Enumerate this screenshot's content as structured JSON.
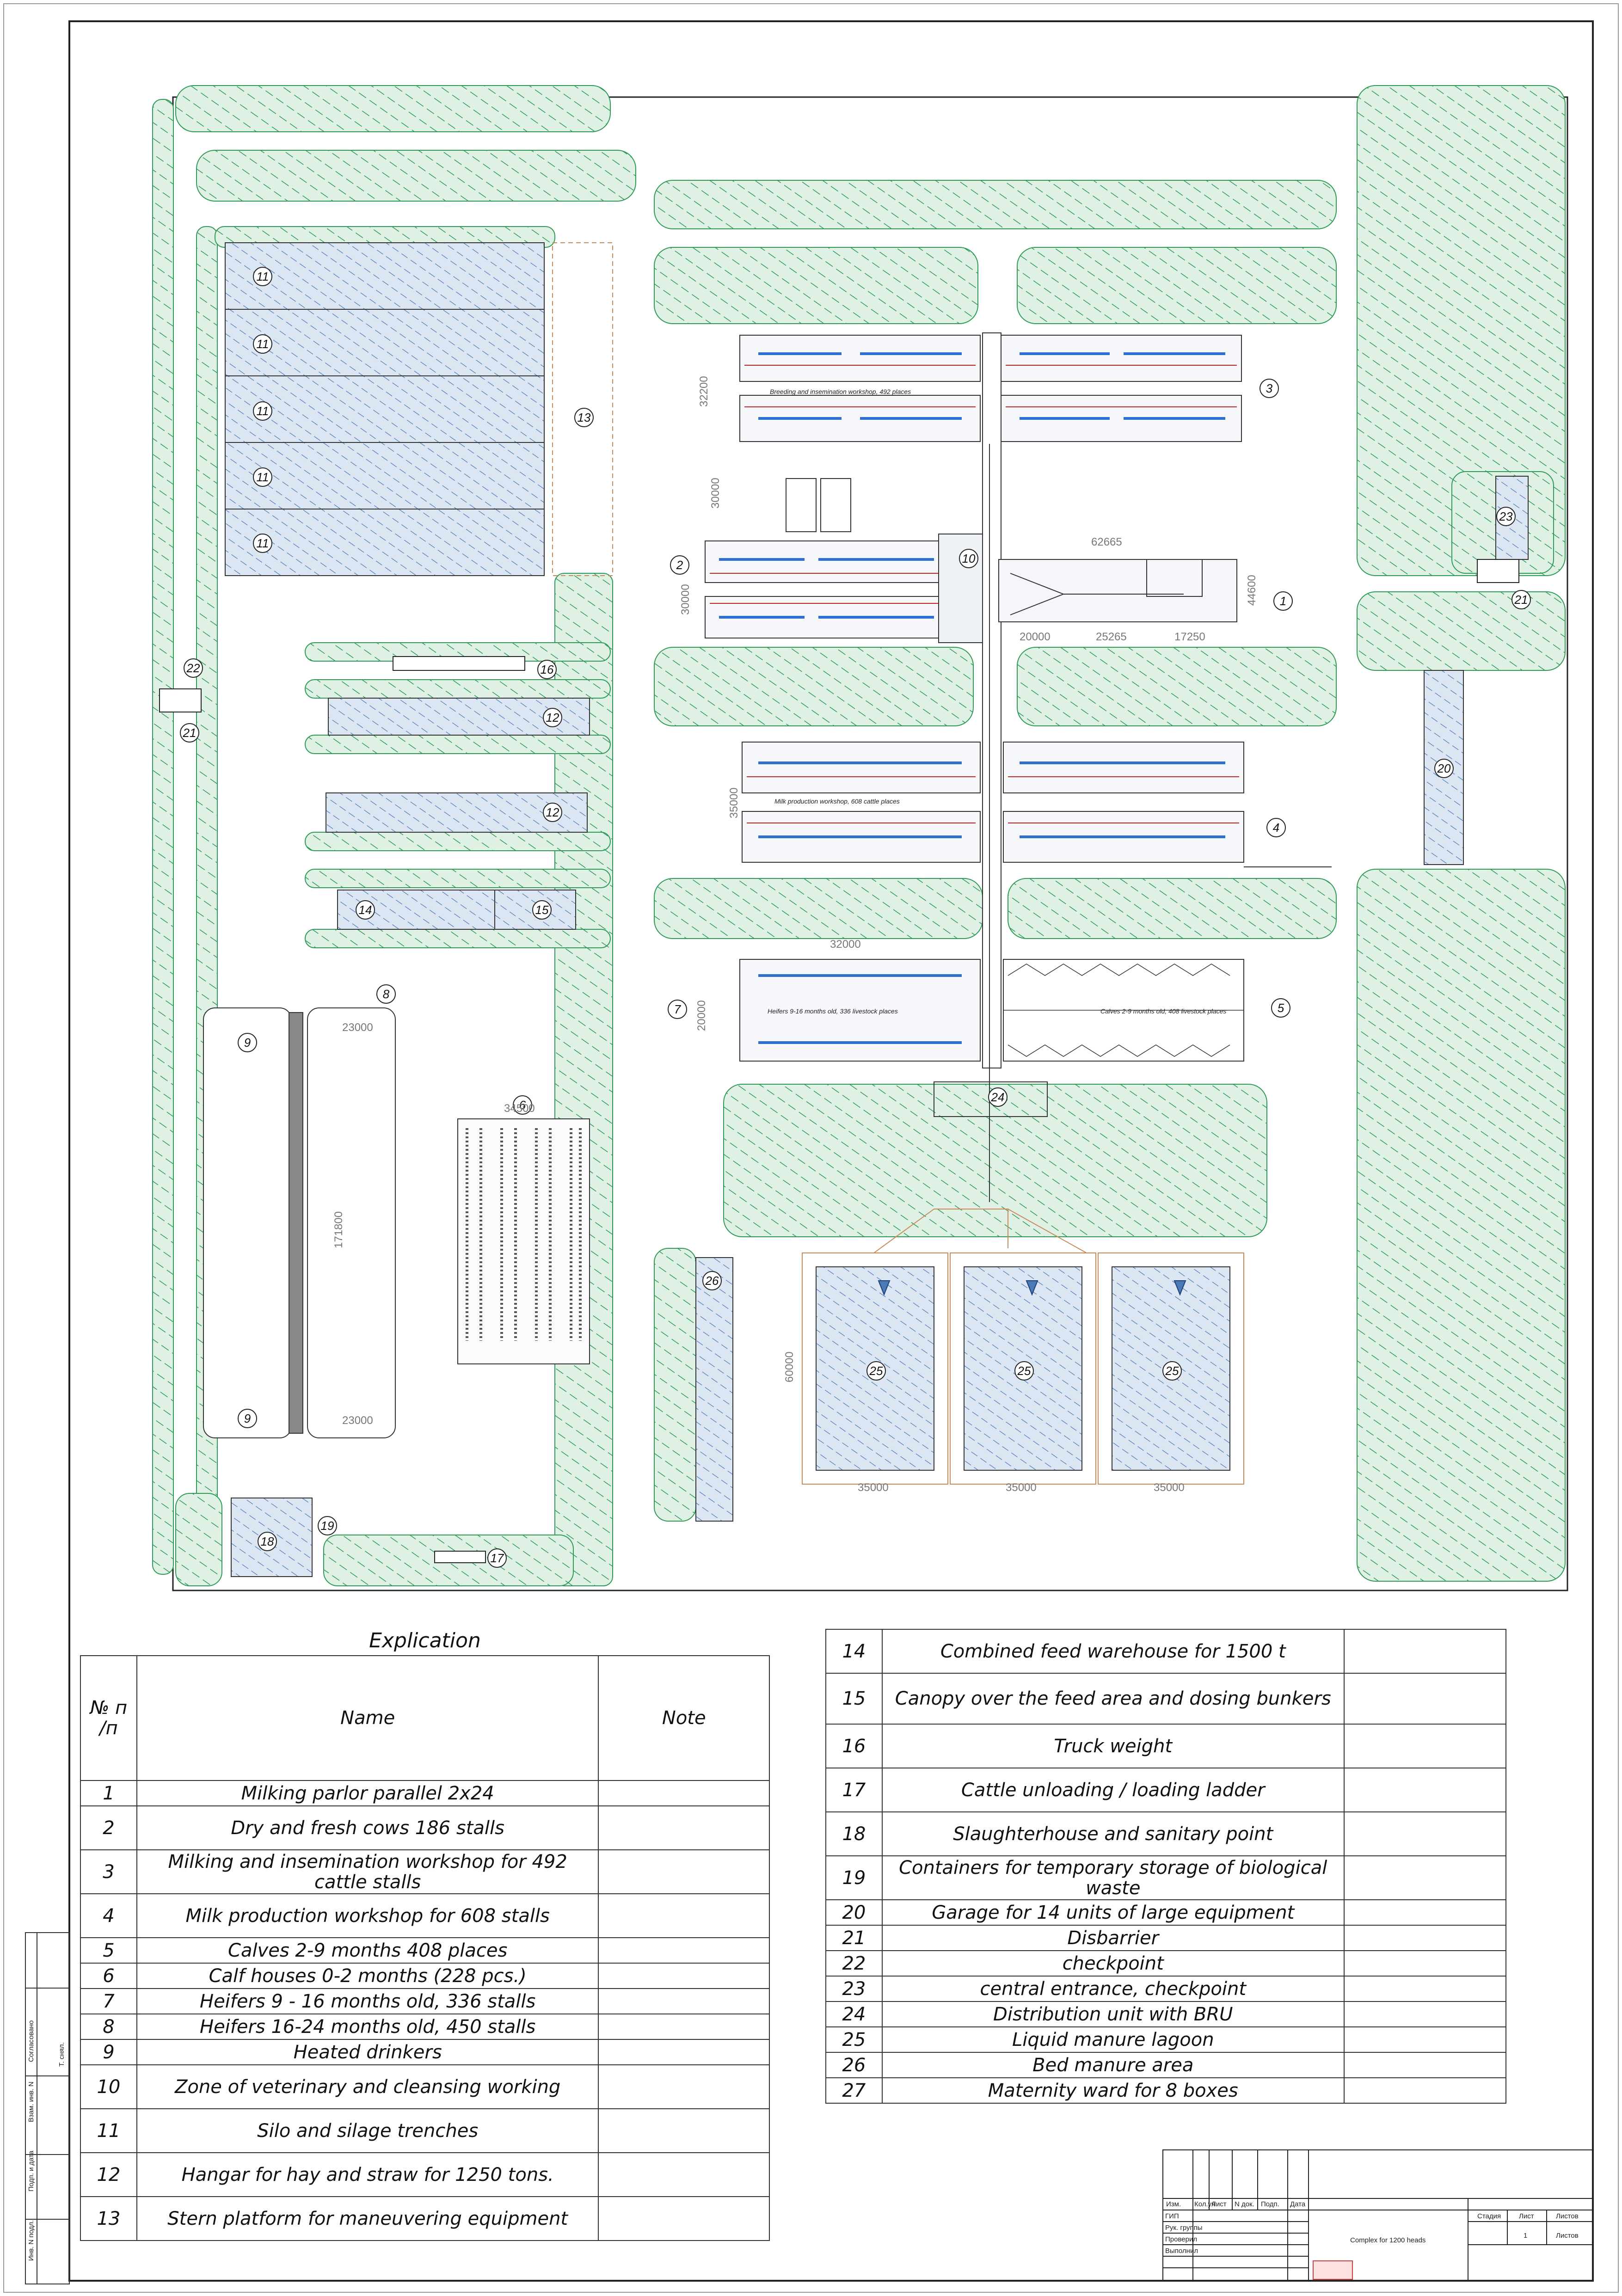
{
  "plan": {
    "building_labels": [
      "1",
      "2",
      "3",
      "4",
      "5",
      "6",
      "7",
      "8",
      "9",
      "10",
      "11",
      "12",
      "13",
      "14",
      "15",
      "16",
      "17",
      "18",
      "19",
      "20",
      "21",
      "22",
      "23",
      "24",
      "25",
      "26"
    ],
    "dimensions": {
      "d62665": "62665",
      "d44600": "44600",
      "d20000": "20000",
      "d25265": "25265",
      "d17250": "17250",
      "d32200": "32200",
      "d30000a": "30000",
      "d30000b": "30000",
      "d35000": "35000",
      "d32000": "32000",
      "d20000b": "20000",
      "d34500": "34500",
      "d23000a": "23000",
      "d23000b": "23000",
      "d171800": "171800",
      "d60000": "60000",
      "d35000a": "35000",
      "d35000b": "35000",
      "d35000c": "35000"
    },
    "building_captions": {
      "b3": "Breeding and insemination workshop, 492 places",
      "b4": "Milk production workshop, 608 cattle places",
      "b7": "Heifers 9-16 months old, 336 livestock places",
      "b5": "Calves 2-9 months old, 408 livestock places"
    },
    "colors": {
      "green_fill": "#dff0e4",
      "green_hatch": "#2e9a56",
      "blue_fill": "#dbe6f2",
      "blue_hatch": "#4a7bb8",
      "line": "#222222",
      "orange": "#c98a5a"
    }
  },
  "explication": {
    "title": "Explication",
    "header": {
      "num": "№ п /п",
      "name": "Name",
      "note": "Note"
    },
    "rows_left": [
      {
        "num": "1",
        "name": "Milking parlor parallel 2x24"
      },
      {
        "num": "2",
        "name": "Dry and fresh cows 186 stalls"
      },
      {
        "num": "3",
        "name": "Milking and insemination workshop for 492 cattle stalls"
      },
      {
        "num": "4",
        "name": "Milk production workshop for 608 stalls"
      },
      {
        "num": "5",
        "name": "Calves 2-9 months 408 places"
      },
      {
        "num": "6",
        "name": "Calf houses 0-2 months (228 pcs.)"
      },
      {
        "num": "7",
        "name": "Heifers 9 - 16 months old, 336 stalls"
      },
      {
        "num": "8",
        "name": "Heifers 16-24 months old, 450 stalls"
      },
      {
        "num": "9",
        "name": "Heated drinkers"
      },
      {
        "num": "10",
        "name": "Zone of veterinary and cleansing working"
      },
      {
        "num": "11",
        "name": "Silo and silage trenches"
      },
      {
        "num": "12",
        "name": "Hangar for hay and straw for 1250 tons."
      },
      {
        "num": "13",
        "name": "Stern platform for maneuvering equipment"
      }
    ],
    "rows_right": [
      {
        "num": "14",
        "name": "Combined feed warehouse for 1500 t"
      },
      {
        "num": "15",
        "name": "Canopy over the feed area and dosing bunkers"
      },
      {
        "num": "16",
        "name": "Truck weight"
      },
      {
        "num": "17",
        "name": "Cattle unloading / loading ladder"
      },
      {
        "num": "18",
        "name": "Slaughterhouse and sanitary point"
      },
      {
        "num": "19",
        "name": "Containers for temporary storage of biological waste"
      },
      {
        "num": "20",
        "name": "Garage for 14 units of large equipment"
      },
      {
        "num": "21",
        "name": "Disbarrier"
      },
      {
        "num": "22",
        "name": "checkpoint"
      },
      {
        "num": "23",
        "name": "central entrance, checkpoint"
      },
      {
        "num": "24",
        "name": "Distribution unit with BRU"
      },
      {
        "num": "25",
        "name": "Liquid manure lagoon"
      },
      {
        "num": "26",
        "name": "Bed manure area"
      },
      {
        "num": "27",
        "name": "Maternity ward for 8 boxes"
      }
    ]
  },
  "stamp": {
    "col_izm": "Изм.",
    "col_kol": "Кол.уч",
    "col_list": "Лист",
    "col_ndok": "N док.",
    "col_podp": "Подп.",
    "col_data": "Дата",
    "row_gip": "ГИП",
    "row_ruk": "Рук. группы",
    "row_prov": "Проверил",
    "row_vyp": "Выполнил",
    "title": "Complex for 1200 heads",
    "stadiya": "Стадия",
    "list": "Лист",
    "listov": "Листов",
    "list_val": "1",
    "listov_val": "Листов"
  },
  "side_stamp": {
    "s1": "Инв. N подл.",
    "s2": "Подп. и дата",
    "s3": "Взам. инв. N",
    "s4": "Согласовано",
    "s5": "Т. снял."
  }
}
